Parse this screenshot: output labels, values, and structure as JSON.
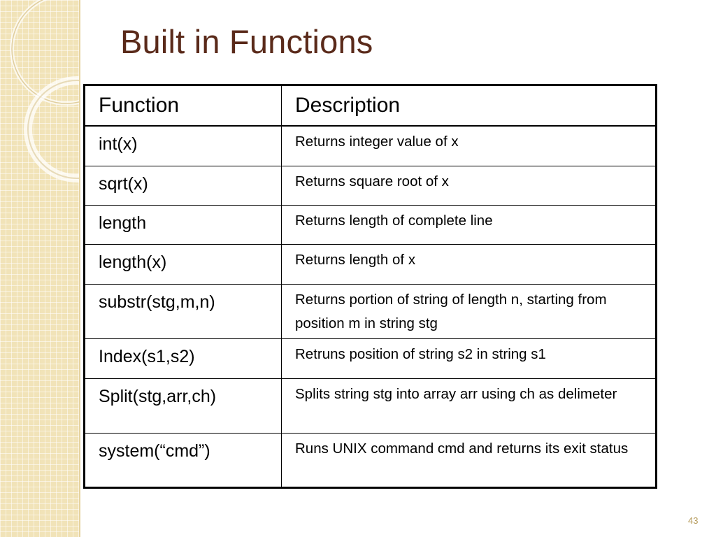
{
  "slide": {
    "title": "Built in Functions",
    "page_number": "43"
  },
  "table": {
    "headers": [
      "Function",
      "Description"
    ],
    "rows": [
      {
        "function": "int(x)",
        "description": "Returns integer value of x"
      },
      {
        "function": "sqrt(x)",
        "description": "Returns square root of x"
      },
      {
        "function": "length",
        "description": "Returns length of complete line"
      },
      {
        "function": "length(x)",
        "description": "Returns length of x"
      },
      {
        "function": "substr(stg,m,n)",
        "description": "Returns portion of string of length n, starting from position m in string stg"
      },
      {
        "function": "Index(s1,s2)",
        "description": "Retruns position of string s2 in string s1"
      },
      {
        "function": "Split(stg,arr,ch)",
        "description": "Splits string stg into array arr using ch as delimeter"
      },
      {
        "function": "system(“cmd”)",
        "description": "Runs UNIX command cmd and returns its exit status"
      }
    ]
  },
  "colors": {
    "title": "#5a2a1a",
    "side_panel": "#f1e3b8",
    "page_number": "#b59a5a"
  }
}
